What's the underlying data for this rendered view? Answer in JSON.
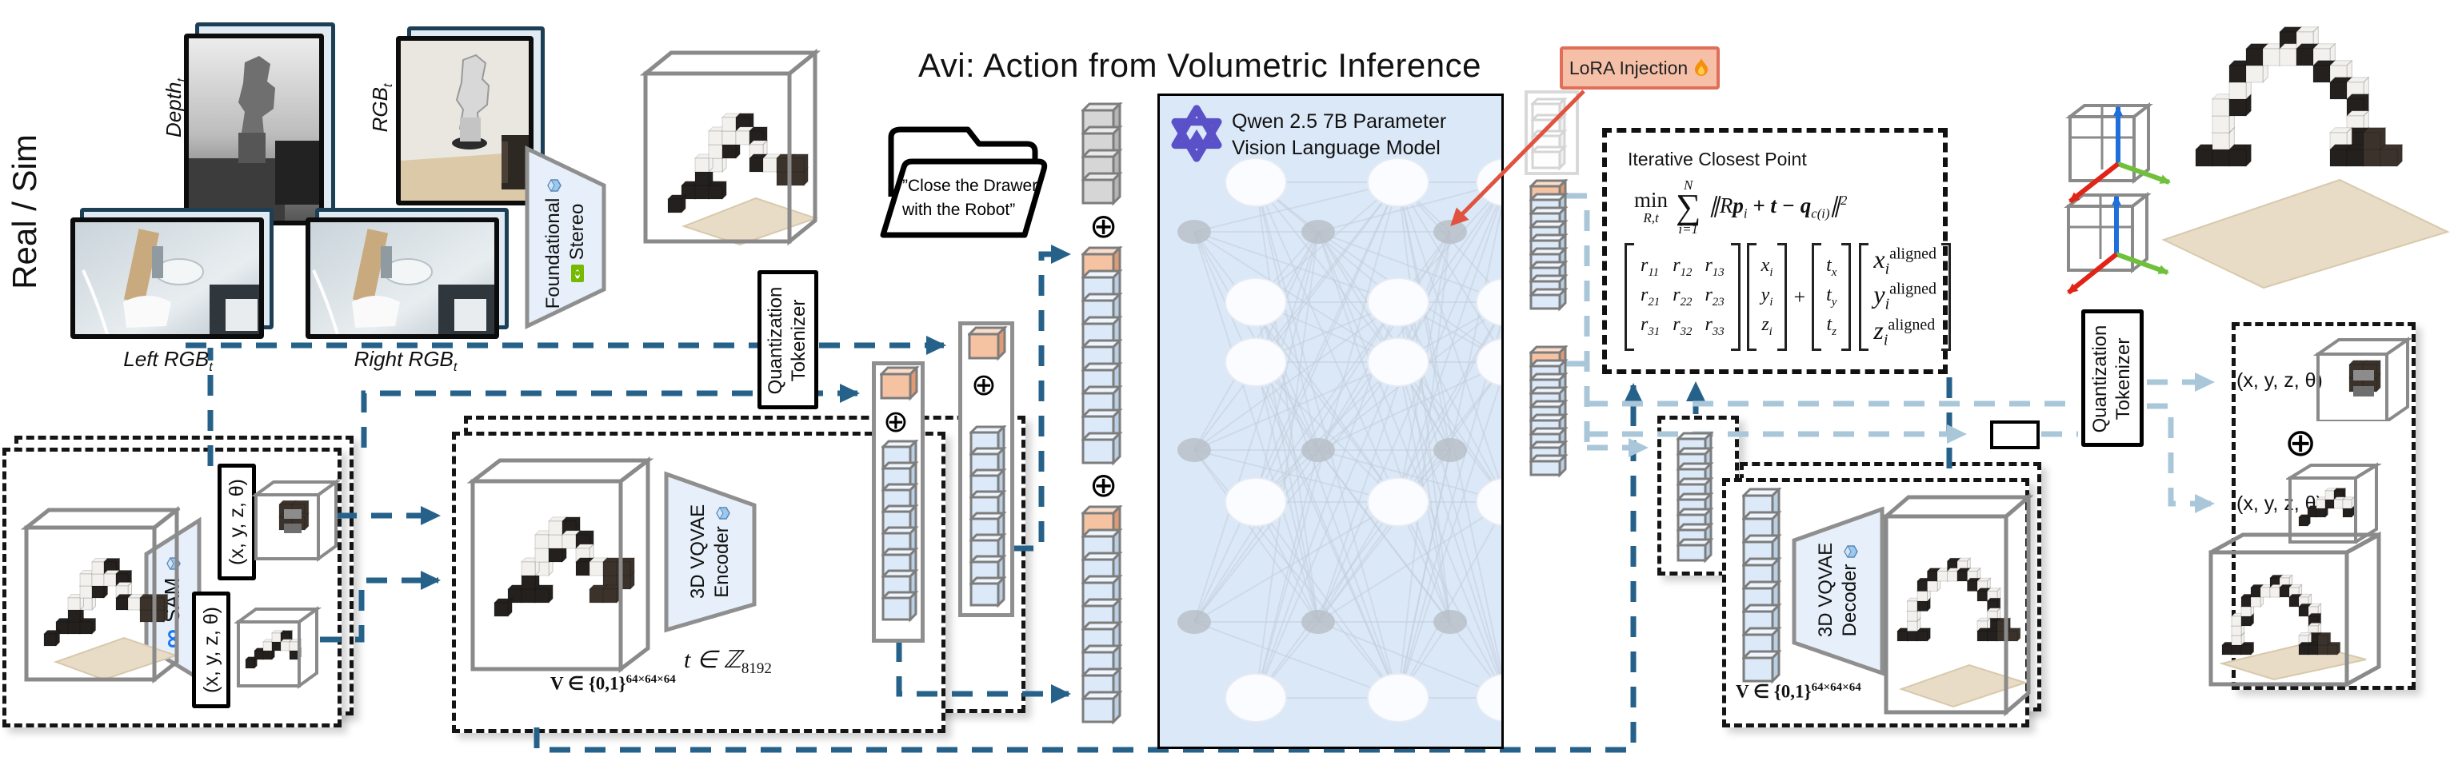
{
  "title": "Avi: Action from Volumetric Inference",
  "left": {
    "domain_label": "Real / Sim",
    "images": [
      {
        "name": "Depth",
        "sub": "t"
      },
      {
        "name": "RGB",
        "sub": "t"
      },
      {
        "name": "Left RGB",
        "sub": "t"
      },
      {
        "name": "Right RGB",
        "sub": "t"
      }
    ]
  },
  "modules": {
    "stereo": {
      "line1": "Foundational",
      "line2": "Stereo"
    },
    "sam": {
      "infinity": "∞",
      "label": "SAM"
    },
    "tokenizer": {
      "line1": "Quantization",
      "line2": "Tokenizer"
    },
    "encoder": {
      "line1": "3D VQVAE",
      "line2": "Encoder"
    },
    "decoder": {
      "line1": "3D VQVAE",
      "line2": "Decoder"
    }
  },
  "instruction": {
    "line1": "”Close the Drawer",
    "line2": "with the Robot”"
  },
  "qwen": {
    "line1": "Qwen 2.5 7B Parameter",
    "line2": "Vision Language Model"
  },
  "lora": {
    "label": "LoRA Injection"
  },
  "pose_label": "(x, y, z, θ)",
  "oplus": "⊕",
  "math": {
    "v_label": {
      "base": "V ∈ {0,1}",
      "sup": "64×64×64"
    },
    "t_label": {
      "base": "t ∈ ℤ",
      "sub": "8192"
    }
  },
  "icp": {
    "title": "Iterative Closest Point",
    "min": "min",
    "min_sub": "R,t",
    "sum_top": "N",
    "sum_sym": "∑",
    "sum_bot": "i=1",
    "obj": {
      "p1": "∥R",
      "p2": "p",
      "p2s": "i",
      "p3": " + t − ",
      "p4": "q",
      "p4s": "c(i)",
      "p5": "∥",
      "sup": "2"
    },
    "rot": [
      [
        {
          "b": "r",
          "s": "11"
        },
        {
          "b": "r",
          "s": "12"
        },
        {
          "b": "r",
          "s": "13"
        }
      ],
      [
        {
          "b": "r",
          "s": "21"
        },
        {
          "b": "r",
          "s": "22"
        },
        {
          "b": "r",
          "s": "23"
        }
      ],
      [
        {
          "b": "r",
          "s": "31"
        },
        {
          "b": "r",
          "s": "32"
        },
        {
          "b": "r",
          "s": "33"
        }
      ]
    ],
    "vec_p": [
      {
        "b": "x",
        "s": "i"
      },
      {
        "b": "y",
        "s": "i"
      },
      {
        "b": "z",
        "s": "i"
      }
    ],
    "plus": "+",
    "vec_t": [
      {
        "b": "t",
        "s": "x"
      },
      {
        "b": "t",
        "s": "y"
      },
      {
        "b": "t",
        "s": "z"
      }
    ],
    "vec_out": [
      {
        "b": "x",
        "s": "i",
        "p": "aligned"
      },
      {
        "b": "y",
        "s": "i",
        "p": "aligned"
      },
      {
        "b": "z",
        "s": "i",
        "p": "aligned"
      }
    ]
  },
  "token_columns": {
    "tok_box_a_cap": {
      "orange": 1
    },
    "tok_box_a": {
      "blue": 8
    },
    "tok_box_b_cap": {
      "orange": 1
    },
    "tok_box_b": {
      "blue": 8
    },
    "seq_gray": {
      "gray": 4
    },
    "seq_vox1": {
      "orange": 1,
      "blue": 8
    },
    "seq_vox2": {
      "orange": 1,
      "blue": 8
    },
    "out_ghost": {
      "ghost": 4
    },
    "out_vox1": {
      "orange": 1,
      "blue": 8
    },
    "out_vox2": {
      "orange": 1,
      "blue": 8
    },
    "latent": {
      "blue": 8
    },
    "dec_in": {
      "blue": 8
    }
  },
  "colors": {
    "accent_dark": "#26618a",
    "accent_light": "#aac7da",
    "token_blue": "#dbe9f8",
    "token_blue_top": "#eef5fc",
    "token_blue_side": "#b9cfe4",
    "token_orange": "#f6c3a2",
    "token_orange_top": "#fbdcc8",
    "token_orange_side": "#e09b74",
    "token_gray": "#d6d6d6",
    "token_gray_top": "#e9e9e9",
    "token_gray_side": "#b5b5b5",
    "qwen_bg": "#dbe8f7",
    "lora_bg": "#f6c0a8",
    "lora_border": "#df6f5a",
    "red_arrow": "#e0543f",
    "module_bg": "#e7f0fa",
    "module_border": "#8f8f8f",
    "nvidia_green": "#76b900",
    "meta_blue": "#1877f2",
    "qwen_purple": "#5a50c8"
  }
}
